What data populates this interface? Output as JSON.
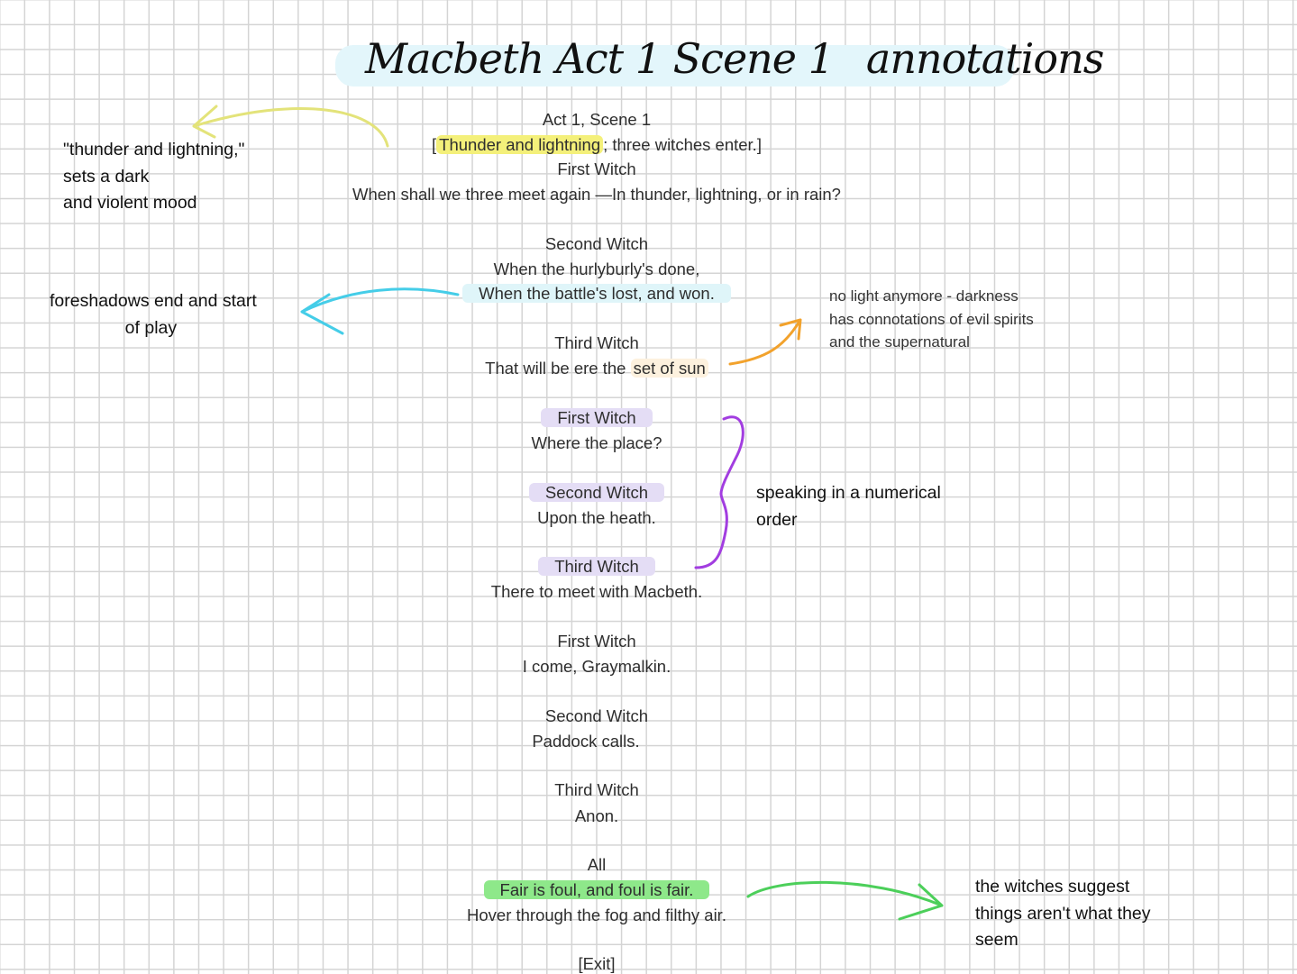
{
  "title": {
    "part1": "Macbeth Act 1 Scene 1",
    "part2": "annotations"
  },
  "script": [
    {
      "text": "Act 1, Scene 1"
    },
    {
      "pre": "[",
      "highlight": "Thunder and lightning",
      "post": "; three witches enter.]",
      "highlight_color": "#f4f07a"
    },
    {
      "text": "First Witch"
    },
    {
      "text": "When shall we three meet again —In thunder, lightning, or in rain?"
    },
    {
      "text": "Second Witch"
    },
    {
      "text": "When the hurlyburly's done,"
    },
    {
      "text": "When the battle's lost, and won.",
      "highlight_color": "#dff5f9"
    },
    {
      "text": "Third Witch"
    },
    {
      "pre": "That will be ere the ",
      "highlight": "set of sun",
      "post": "",
      "highlight_color": "#fdf1de"
    },
    {
      "text": "First Witch",
      "highlight_color": "#e4ddf5"
    },
    {
      "text": "Where the place?"
    },
    {
      "text": "Second Witch",
      "highlight_color": "#e4ddf5"
    },
    {
      "text": "Upon the heath."
    },
    {
      "text": "Third Witch",
      "highlight_color": "#e4ddf5"
    },
    {
      "text": "There to meet with Macbeth."
    },
    {
      "text": "First Witch"
    },
    {
      "text": "I come, Graymalkin."
    },
    {
      "text": "Second Witch"
    },
    {
      "text": "Paddock calls."
    },
    {
      "text": "Third Witch"
    },
    {
      "text": "Anon."
    },
    {
      "text": "All"
    },
    {
      "text": "Fair is foul, and foul is fair.",
      "highlight_color": "#8ee88a"
    },
    {
      "text": "Hover through the fog and filthy air."
    },
    {
      "text": "[Exit]"
    }
  ],
  "annotations": {
    "thunder": [
      "\"thunder and lightning,\"",
      "sets a dark",
      "and violent mood"
    ],
    "foreshadow": [
      "foreshadows end and start",
      "of play"
    ],
    "darkness": [
      "no light anymore - darkness",
      "has connotations of evil spirits",
      "and the supernatural"
    ],
    "order": [
      "speaking in a numerical",
      "order"
    ],
    "fair": [
      "the witches suggest",
      "things aren't what they",
      "seem"
    ]
  },
  "colors": {
    "yellow_arrow": "#e3e37a",
    "cyan_arrow": "#45cde8",
    "orange_arrow": "#f2a22c",
    "purple_brace": "#a23de0",
    "green_arrow": "#4ccf5a",
    "title_band": "#e3f6fb"
  }
}
